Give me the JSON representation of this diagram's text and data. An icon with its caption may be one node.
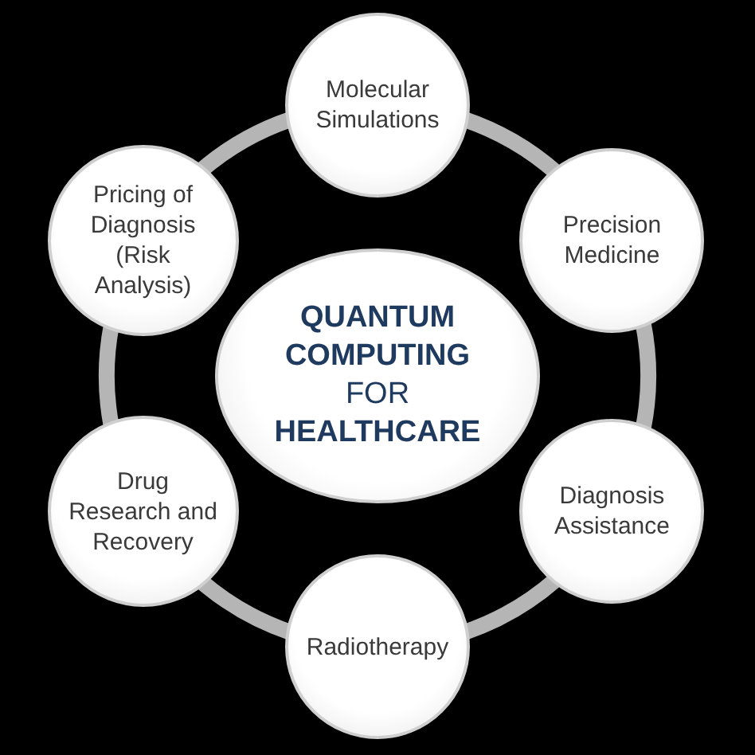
{
  "diagram": {
    "nodes": [
      {
        "text": [
          "Molecular Simulations"
        ]
      },
      {
        "text": [
          "Pricing of Diagnosis (Risk Analysis)"
        ]
      },
      {
        "text": [
          "Precision Medicine"
        ]
      },
      {
        "text": [
          "QUANTUM COMPUTING",
          "FOR",
          "HEALTHCARE"
        ]
      },
      {
        "text": [
          "Drug Research and Recovery"
        ]
      },
      {
        "text": [
          "Diagnosis Assistance"
        ]
      },
      {
        "text": [
          "Radiotherapy"
        ]
      }
    ],
    "edges": [
      {
        "from": 0,
        "to": 2,
        "arrow": "none"
      },
      {
        "from": 2,
        "to": 5,
        "arrow": "none"
      },
      {
        "from": 5,
        "to": 6,
        "arrow": "none"
      },
      {
        "from": 6,
        "to": 4,
        "arrow": "none"
      },
      {
        "from": 4,
        "to": 1,
        "arrow": "none"
      },
      {
        "from": 1,
        "to": 0,
        "arrow": "none"
      }
    ]
  }
}
